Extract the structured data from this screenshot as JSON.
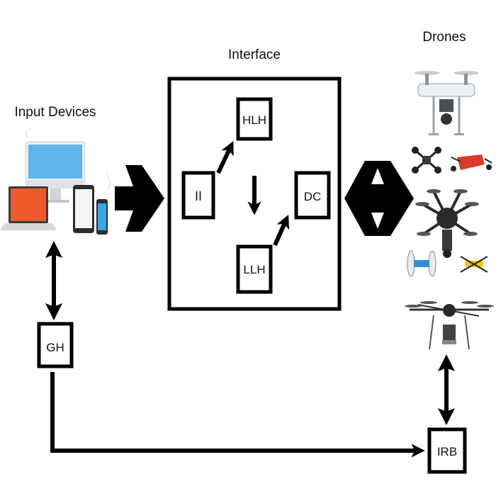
{
  "labels": {
    "input_devices": "Input Devices",
    "interface": "Interface",
    "drones": "Drones"
  },
  "nodes": {
    "ii": "II",
    "hlh": "HLH",
    "llh": "LLH",
    "dc": "DC",
    "gh": "GH",
    "irb": "IRB"
  },
  "icons": {
    "input_devices": "devices-icon",
    "drones": "drones-icon"
  },
  "colors": {
    "monitor_screen": "#5fb4e8",
    "laptop_screen": "#ef5a2a",
    "drone_red": "#d93a2b",
    "line": "#000000"
  }
}
